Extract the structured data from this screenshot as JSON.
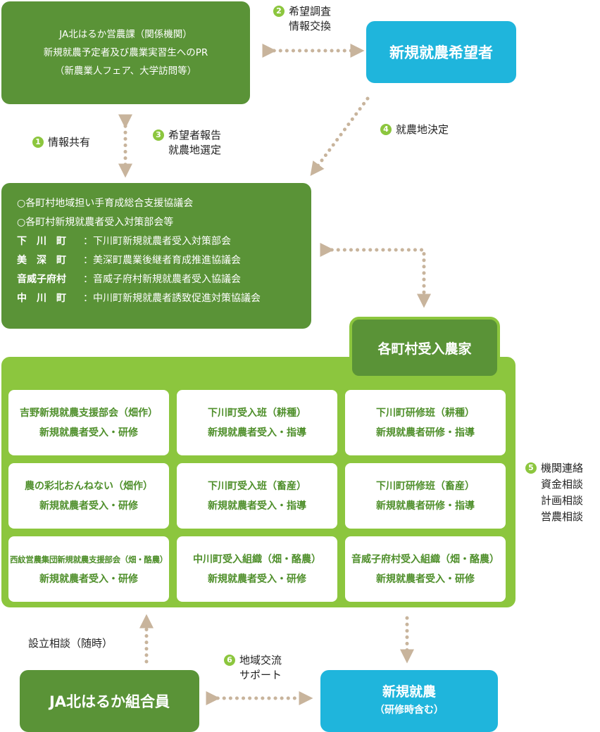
{
  "ja_top": {
    "line1": "JA北はるか営農課（関係機関）",
    "line2": "新規就農予定者及び農業実習生へのPR",
    "line3": "（新農業人フェア、大学訪問等）"
  },
  "applicant": {
    "label": "新規就農希望者"
  },
  "council": {
    "line1": "○各町村地域担い手育成総合支援協議会",
    "line2": "○各町村新規就農者受入対策部会等",
    "rows": [
      {
        "label": "下　川　町",
        "text": "：下川町新規就農者受入対策部会"
      },
      {
        "label": "美　深　町",
        "text": "：美深町農業後継者育成推進協議会"
      },
      {
        "label": "音威子府村",
        "text": "：音威子府村新規就農者受入協議会"
      },
      {
        "label": "中　川　町",
        "text": "：中川町新規就農者誘致促進対策協議会"
      }
    ]
  },
  "host_farms": {
    "title": "各町村受入農家",
    "cells": [
      {
        "name": "吉野新規就農支援部会（畑作）",
        "role": "新規就農者受入・研修"
      },
      {
        "name": "下川町受入班（耕種）",
        "role": "新規就農者受入・指導"
      },
      {
        "name": "下川町研修班（耕種）",
        "role": "新規就農者研修・指導"
      },
      {
        "name": "農の彩北おんねない（畑作）",
        "role": "新規就農者受入・研修"
      },
      {
        "name": "下川町受入班（畜産）",
        "role": "新規就農者受入・指導"
      },
      {
        "name": "下川町研修班（畜産）",
        "role": "新規就農者研修・指導"
      },
      {
        "name": "西紋営農集団新規就農支援部会（畑・酪農）",
        "role": "新規就農者受入・研修"
      },
      {
        "name": "中川町受入組織（畑・酪農）",
        "role": "新規就農者受入・研修"
      },
      {
        "name": "音威子府村受入組織（畑・酪農）",
        "role": "新規就農者受入・研修"
      }
    ]
  },
  "ja_member": {
    "label": "JA北はるか組合員"
  },
  "new_farming": {
    "label": "新規就農",
    "sub": "（研修時含む）"
  },
  "annotations": {
    "a1": {
      "num": "1",
      "text": "情報共有"
    },
    "a2": {
      "num": "2",
      "line1": "希望調査",
      "line2": "情報交換"
    },
    "a3": {
      "num": "3",
      "line1": "希望者報告",
      "line2": "就農地選定"
    },
    "a4": {
      "num": "4",
      "text": "就農地決定"
    },
    "a5": {
      "num": "5",
      "line1": "機関連絡",
      "line2": "資金相談",
      "line3": "計画相談",
      "line4": "営農相談"
    },
    "a6": {
      "num": "6",
      "line1": "地域交流",
      "line2": "サポート"
    },
    "a7": {
      "text": "設立相談（随時）"
    }
  },
  "colors": {
    "dark_green": "#5a9337",
    "light_green": "#8cc63e",
    "cyan": "#1fb5dc",
    "arrow": "#c8b49c"
  }
}
